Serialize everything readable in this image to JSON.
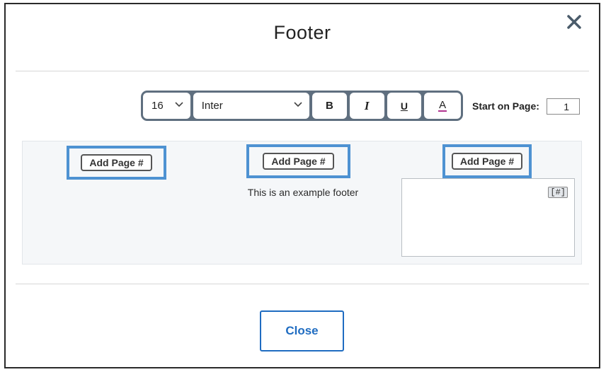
{
  "modal": {
    "title": "Footer",
    "close_icon": "close-x-icon"
  },
  "toolbar": {
    "font_size": "16",
    "font_family": "Inter",
    "bold_label": "B",
    "italic_label": "I",
    "underline_label": "U",
    "color_label": "A",
    "color_underline": "#b0338f",
    "border_color": "#5f6f7f"
  },
  "start_on_page": {
    "label": "Start on Page:",
    "value": "1"
  },
  "footer_sections": {
    "left": {
      "button_label": "Add Page #"
    },
    "center": {
      "button_label": "Add Page #",
      "text": "This is an example footer"
    },
    "right": {
      "button_label": "Add Page #",
      "token": "[#]"
    }
  },
  "highlight_color": "#4e92d2",
  "close_button": {
    "label": "Close",
    "color": "#1f6cc1"
  }
}
